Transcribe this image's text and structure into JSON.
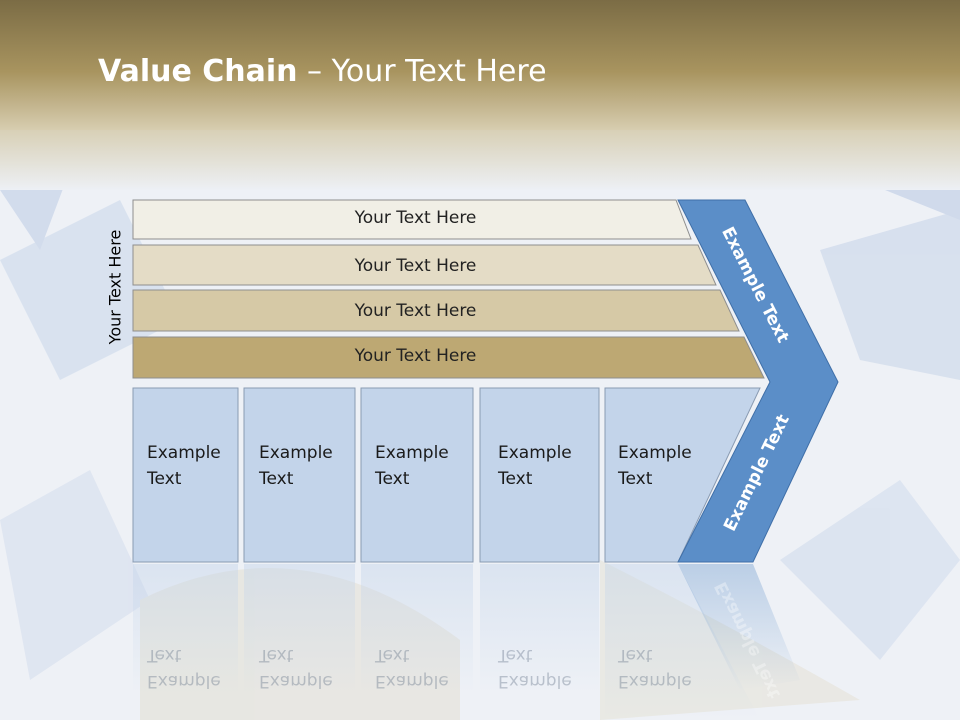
{
  "slide": {
    "title_bold": "Value Chain",
    "title_rest": " – Your Text Here",
    "side_label": "Your Text Here",
    "bars": [
      "Your Text Here",
      "Your Text Here",
      "Your Text Here",
      "Your Text Here"
    ],
    "boxes": [
      {
        "line1": "Example",
        "line2": "Text"
      },
      {
        "line1": "Example",
        "line2": "Text"
      },
      {
        "line1": "Example",
        "line2": "Text"
      },
      {
        "line1": "Example",
        "line2": "Text"
      },
      {
        "line1": "Example",
        "line2": "Text"
      }
    ],
    "chevron_upper": "Example Text",
    "chevron_lower": "Example Text"
  },
  "colors": {
    "bar1": "#f1efe6",
    "bar2": "#e4dcc6",
    "bar3": "#d6c9a6",
    "bar4": "#bda873",
    "box": "#c3d4ea",
    "chevron": "#5b8ec8",
    "header": "#8f7c4d"
  }
}
